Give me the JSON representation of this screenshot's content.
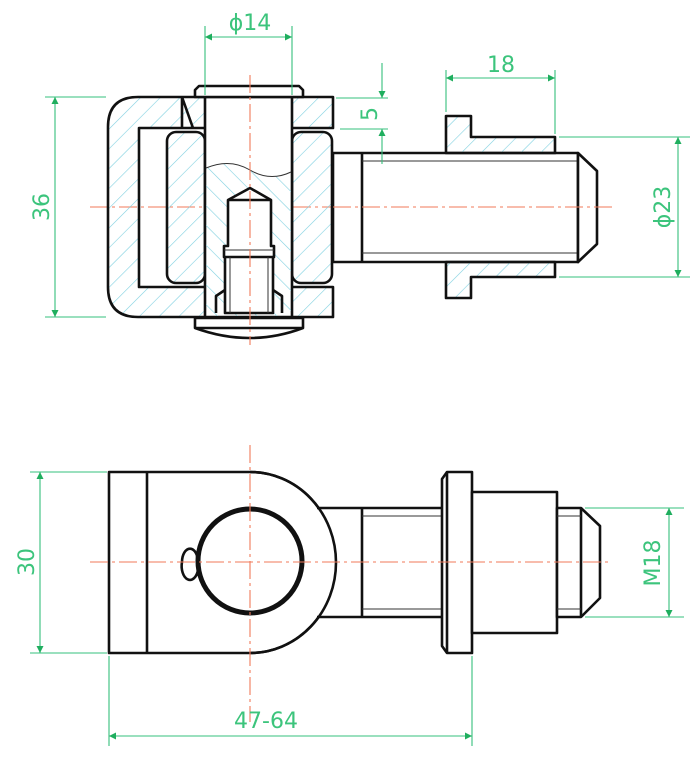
{
  "colors": {
    "outline": "#111111",
    "dimension": "#35c07c",
    "centerline": "#f07a5a",
    "hatch": "#7fd0e0"
  },
  "top_view": {
    "dimensions": {
      "pin_diameter": "ϕ14",
      "flange_length": "18",
      "head_thickness": "5",
      "housing_height": "36",
      "flange_diameter": "ϕ23"
    }
  },
  "bottom_view": {
    "dimensions": {
      "block_height": "30",
      "thread": "M18",
      "adjust_range": "47-64"
    }
  }
}
